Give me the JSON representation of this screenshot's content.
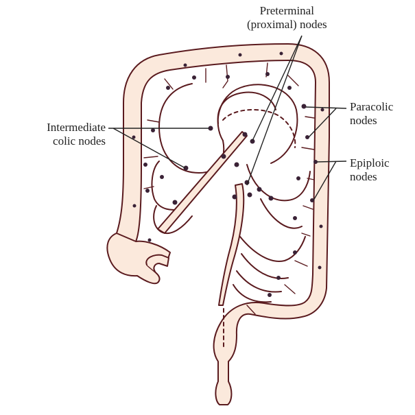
{
  "labels": {
    "preterminal": {
      "line1": "Preterminal",
      "line2": "(proximal) nodes"
    },
    "paracolic": {
      "line1": "Paracolic",
      "line2": "nodes"
    },
    "intermediate": {
      "line1": "Intermediate",
      "line2": "colic nodes"
    },
    "epiploic": {
      "line1": "Epiploic",
      "line2": "nodes"
    }
  },
  "colors": {
    "colon_fill": "#fbe9dc",
    "outline": "#5a1a1e",
    "node": "#3a2236",
    "pointer": "#222222"
  }
}
